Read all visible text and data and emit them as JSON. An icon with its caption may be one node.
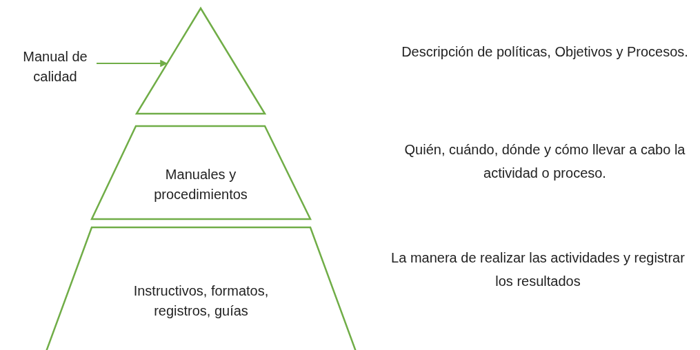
{
  "diagram": {
    "nodes": [
      {
        "text": [
          "Manual de calidad"
        ]
      },
      {
        "text": [],
        "shape": "triangle"
      },
      {
        "text": [
          "Manuales y procedimientos"
        ]
      },
      {
        "text": [
          "Instructivos, formatos, registros, guías"
        ]
      }
    ],
    "edges": [
      {
        "from": 0,
        "to": 1,
        "arrow": "to"
      }
    ],
    "labels": [
      "Descripción de políticas, Objetivos y Procesos.",
      "Quién, cuándo, dónde y cómo llevar a cabo la actividad o proceso.",
      "La manera de realizar las actividades y registrar los resultados"
    ]
  }
}
